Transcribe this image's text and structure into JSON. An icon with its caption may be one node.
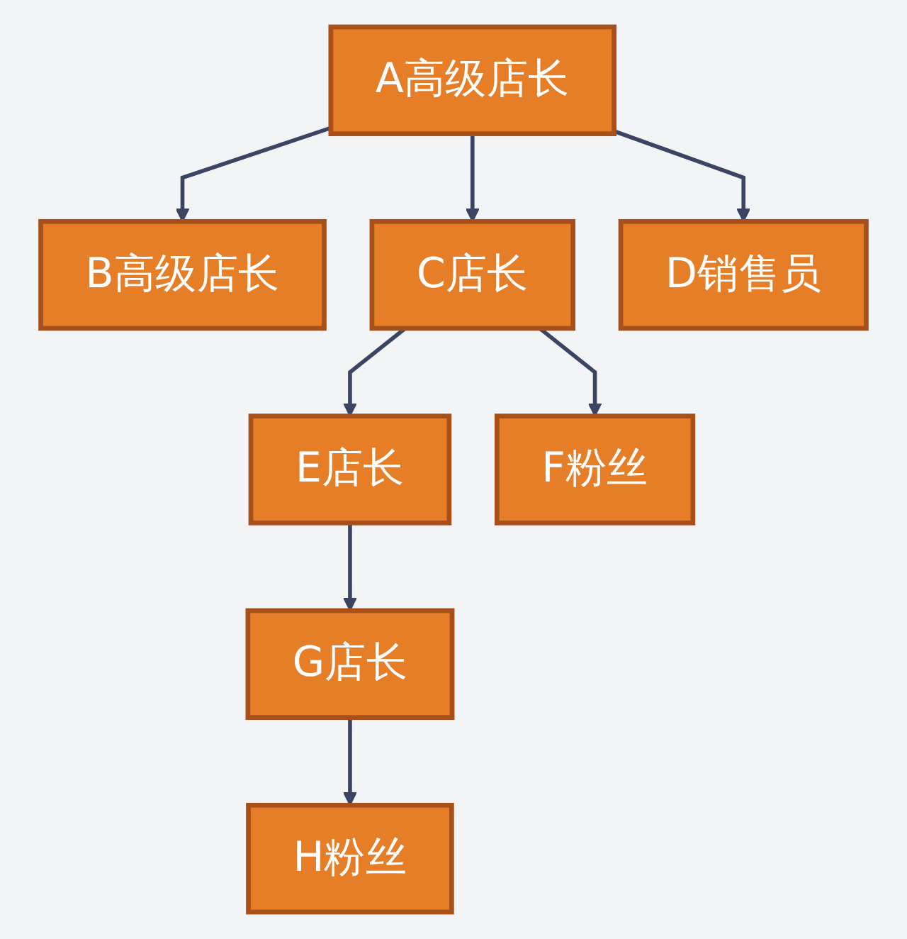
{
  "diagram": {
    "nodes": [
      {
        "text": [
          "A高级店长"
        ]
      },
      {
        "text": [
          "B高级店长"
        ]
      },
      {
        "text": [
          "C店长"
        ]
      },
      {
        "text": [
          "D销售员"
        ]
      },
      {
        "text": [
          "E店长"
        ]
      },
      {
        "text": [
          "F粉丝"
        ]
      },
      {
        "text": [
          "G店长"
        ]
      },
      {
        "text": [
          "H粉丝"
        ]
      }
    ],
    "edges": [
      {
        "from": 0,
        "to": 1,
        "arrow": "to"
      },
      {
        "from": 0,
        "to": 2,
        "arrow": "to"
      },
      {
        "from": 0,
        "to": 3,
        "arrow": "to"
      },
      {
        "from": 2,
        "to": 4,
        "arrow": "to"
      },
      {
        "from": 2,
        "to": 5,
        "arrow": "to"
      },
      {
        "from": 4,
        "to": 6,
        "arrow": "to"
      },
      {
        "from": 6,
        "to": 7,
        "arrow": "to"
      }
    ]
  }
}
